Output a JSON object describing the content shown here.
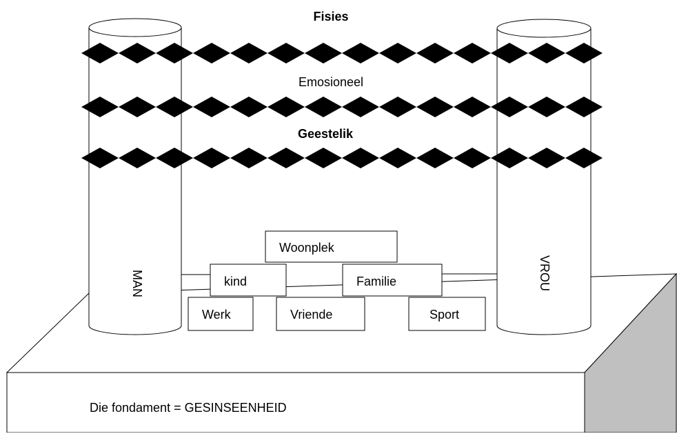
{
  "bands": [
    {
      "label": "Fisies",
      "bold": true
    },
    {
      "label": "Emosioneel",
      "bold": false
    },
    {
      "label": "Geestelik",
      "bold": true
    }
  ],
  "pillars": {
    "left": "MAN",
    "right": "VROU"
  },
  "blocks": {
    "woonplek": "Woonplek",
    "kind": "kind",
    "familie": "Familie",
    "werk": "Werk",
    "vriende": "Vriende",
    "sport": "Sport"
  },
  "foundation": {
    "label": "Die fondament = GESINSEENHEID"
  },
  "colors": {
    "stroke": "#000000",
    "fill": "#ffffff",
    "side": "#c0c0c0",
    "diamond": "#000000"
  }
}
